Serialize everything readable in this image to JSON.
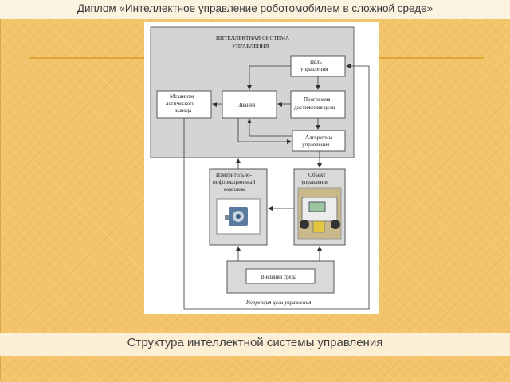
{
  "slide": {
    "title": "Диплом «Интеллектное управление роботомобилем в сложной среде»",
    "caption": "Структура интеллектной системы управления"
  },
  "diagram": {
    "system_title_line1": "ИНТЕЛЛЕКТНАЯ СИСТЕМА",
    "system_title_line2": "УПРАВЛЕНИЯ",
    "goal_line1": "Цель",
    "goal_line2": "управления",
    "inference_line1": "Механизм",
    "inference_line2": "логического",
    "inference_line3": "вывода",
    "knowledge": "Знания",
    "program_line1": "Программа",
    "program_line2": "достижения цели",
    "algorithms_line1": "Алгоритмы",
    "algorithms_line2": "управления",
    "measuring_line1": "Измерительно-",
    "measuring_line2": "информационный",
    "measuring_line3": "комплекс",
    "object_line1": "Объект",
    "object_line2": "управления",
    "environment": "Внешняя среда",
    "correction": "Коррекция цели управления"
  },
  "colors": {
    "background": "#f3c56a",
    "accent_line": "#e0a536",
    "system_fill": "#d4d4d4",
    "box_fill": "#ffffff"
  }
}
